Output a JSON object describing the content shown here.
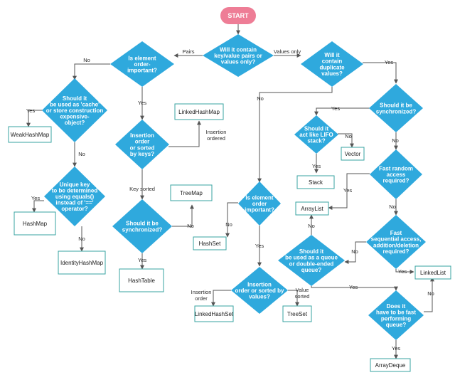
{
  "colors": {
    "decision": "#2fa9dd",
    "box_stroke": "#37a3a0",
    "start": "#ee7d96",
    "arrow": "#555555"
  },
  "start": "START",
  "decisions": {
    "q_pairs": [
      "Will it contain",
      "key/value pairs or",
      "values only?"
    ],
    "q_order": [
      "Is element",
      "order-",
      "important?"
    ],
    "q_dupes": [
      "Will it",
      "contain",
      "duplicate",
      "values?"
    ],
    "q_cache": [
      "Should it",
      "be used as 'cache'",
      "or store construction",
      "expensive-",
      "object?"
    ],
    "q_insertion": [
      "Insertion",
      "order",
      "or sorted",
      "by keys?"
    ],
    "q_unique": [
      "Unique key",
      "to be determined",
      "using equals()",
      "instead of '=='",
      "operator?"
    ],
    "q_sync_map": [
      "Should it be",
      "synchronized?"
    ],
    "q_sync": [
      "Should it be",
      "synchronized?"
    ],
    "q_lifo": [
      "Should it",
      "act like LIFO",
      "stack?"
    ],
    "q_random": [
      "Fast random",
      "access",
      "required?"
    ],
    "q_elem_order": [
      "Is element",
      "order",
      "important?"
    ],
    "q_seq": [
      "Fast",
      "sequential access,",
      "addition/deletion",
      "required?"
    ],
    "q_queue": [
      "Should it",
      "be used as a queue",
      "or double-ended",
      "queue?"
    ],
    "q_set_order": [
      "Insertion",
      "order or sorted by",
      "values?"
    ],
    "q_fast_queue": [
      "Does it",
      "have to be fast",
      "performing",
      "queue?"
    ]
  },
  "boxes": {
    "weakhashmap": "WeakHashMap",
    "linkedhashmap": "LinkedHashMap",
    "treemap": "TreeMap",
    "hashmap": "HashMap",
    "identityhashmap": "IdentityHashMap",
    "hashtable": "HashTable",
    "hashset": "HashSet",
    "linkedhashset": "LinkedHashSet",
    "treeset": "TreeSet",
    "stack": "Stack",
    "vector": "Vector",
    "arraylist": "ArrayList",
    "linkedlist": "LinkedList",
    "arraydeque": "ArrayDeque"
  },
  "labels": {
    "pairs": "Pairs",
    "values_only": "Values only",
    "no_order": "No",
    "yes_order": "Yes",
    "no_dupes": "No",
    "yes_dupes": "Yes",
    "yes_cache": "Yes",
    "no_cache": "No",
    "insertion_ordered": [
      "Insertion",
      "ordered"
    ],
    "key_sorted": "Key sorted",
    "yes_unique": "Yes",
    "no_unique": "No",
    "no_sync_map": "No",
    "yes_sync_map": "Yes",
    "yes_sync": "Yes",
    "no_sync": "No",
    "no_lifo": "No",
    "yes_lifo": "Yes",
    "yes_random": "Yes",
    "no_random": "No",
    "no_elem_order": "No",
    "yes_elem_order": "Yes",
    "no_seq": "No",
    "yes_seq": "Yes",
    "no_queue": "No",
    "yes_queue": "Yes",
    "insertion_order_set": [
      "Insertion",
      "order"
    ],
    "value_sorted": [
      "Value",
      "sorted"
    ],
    "no_fast_queue": "No",
    "yes_fast_queue": "Yes"
  }
}
